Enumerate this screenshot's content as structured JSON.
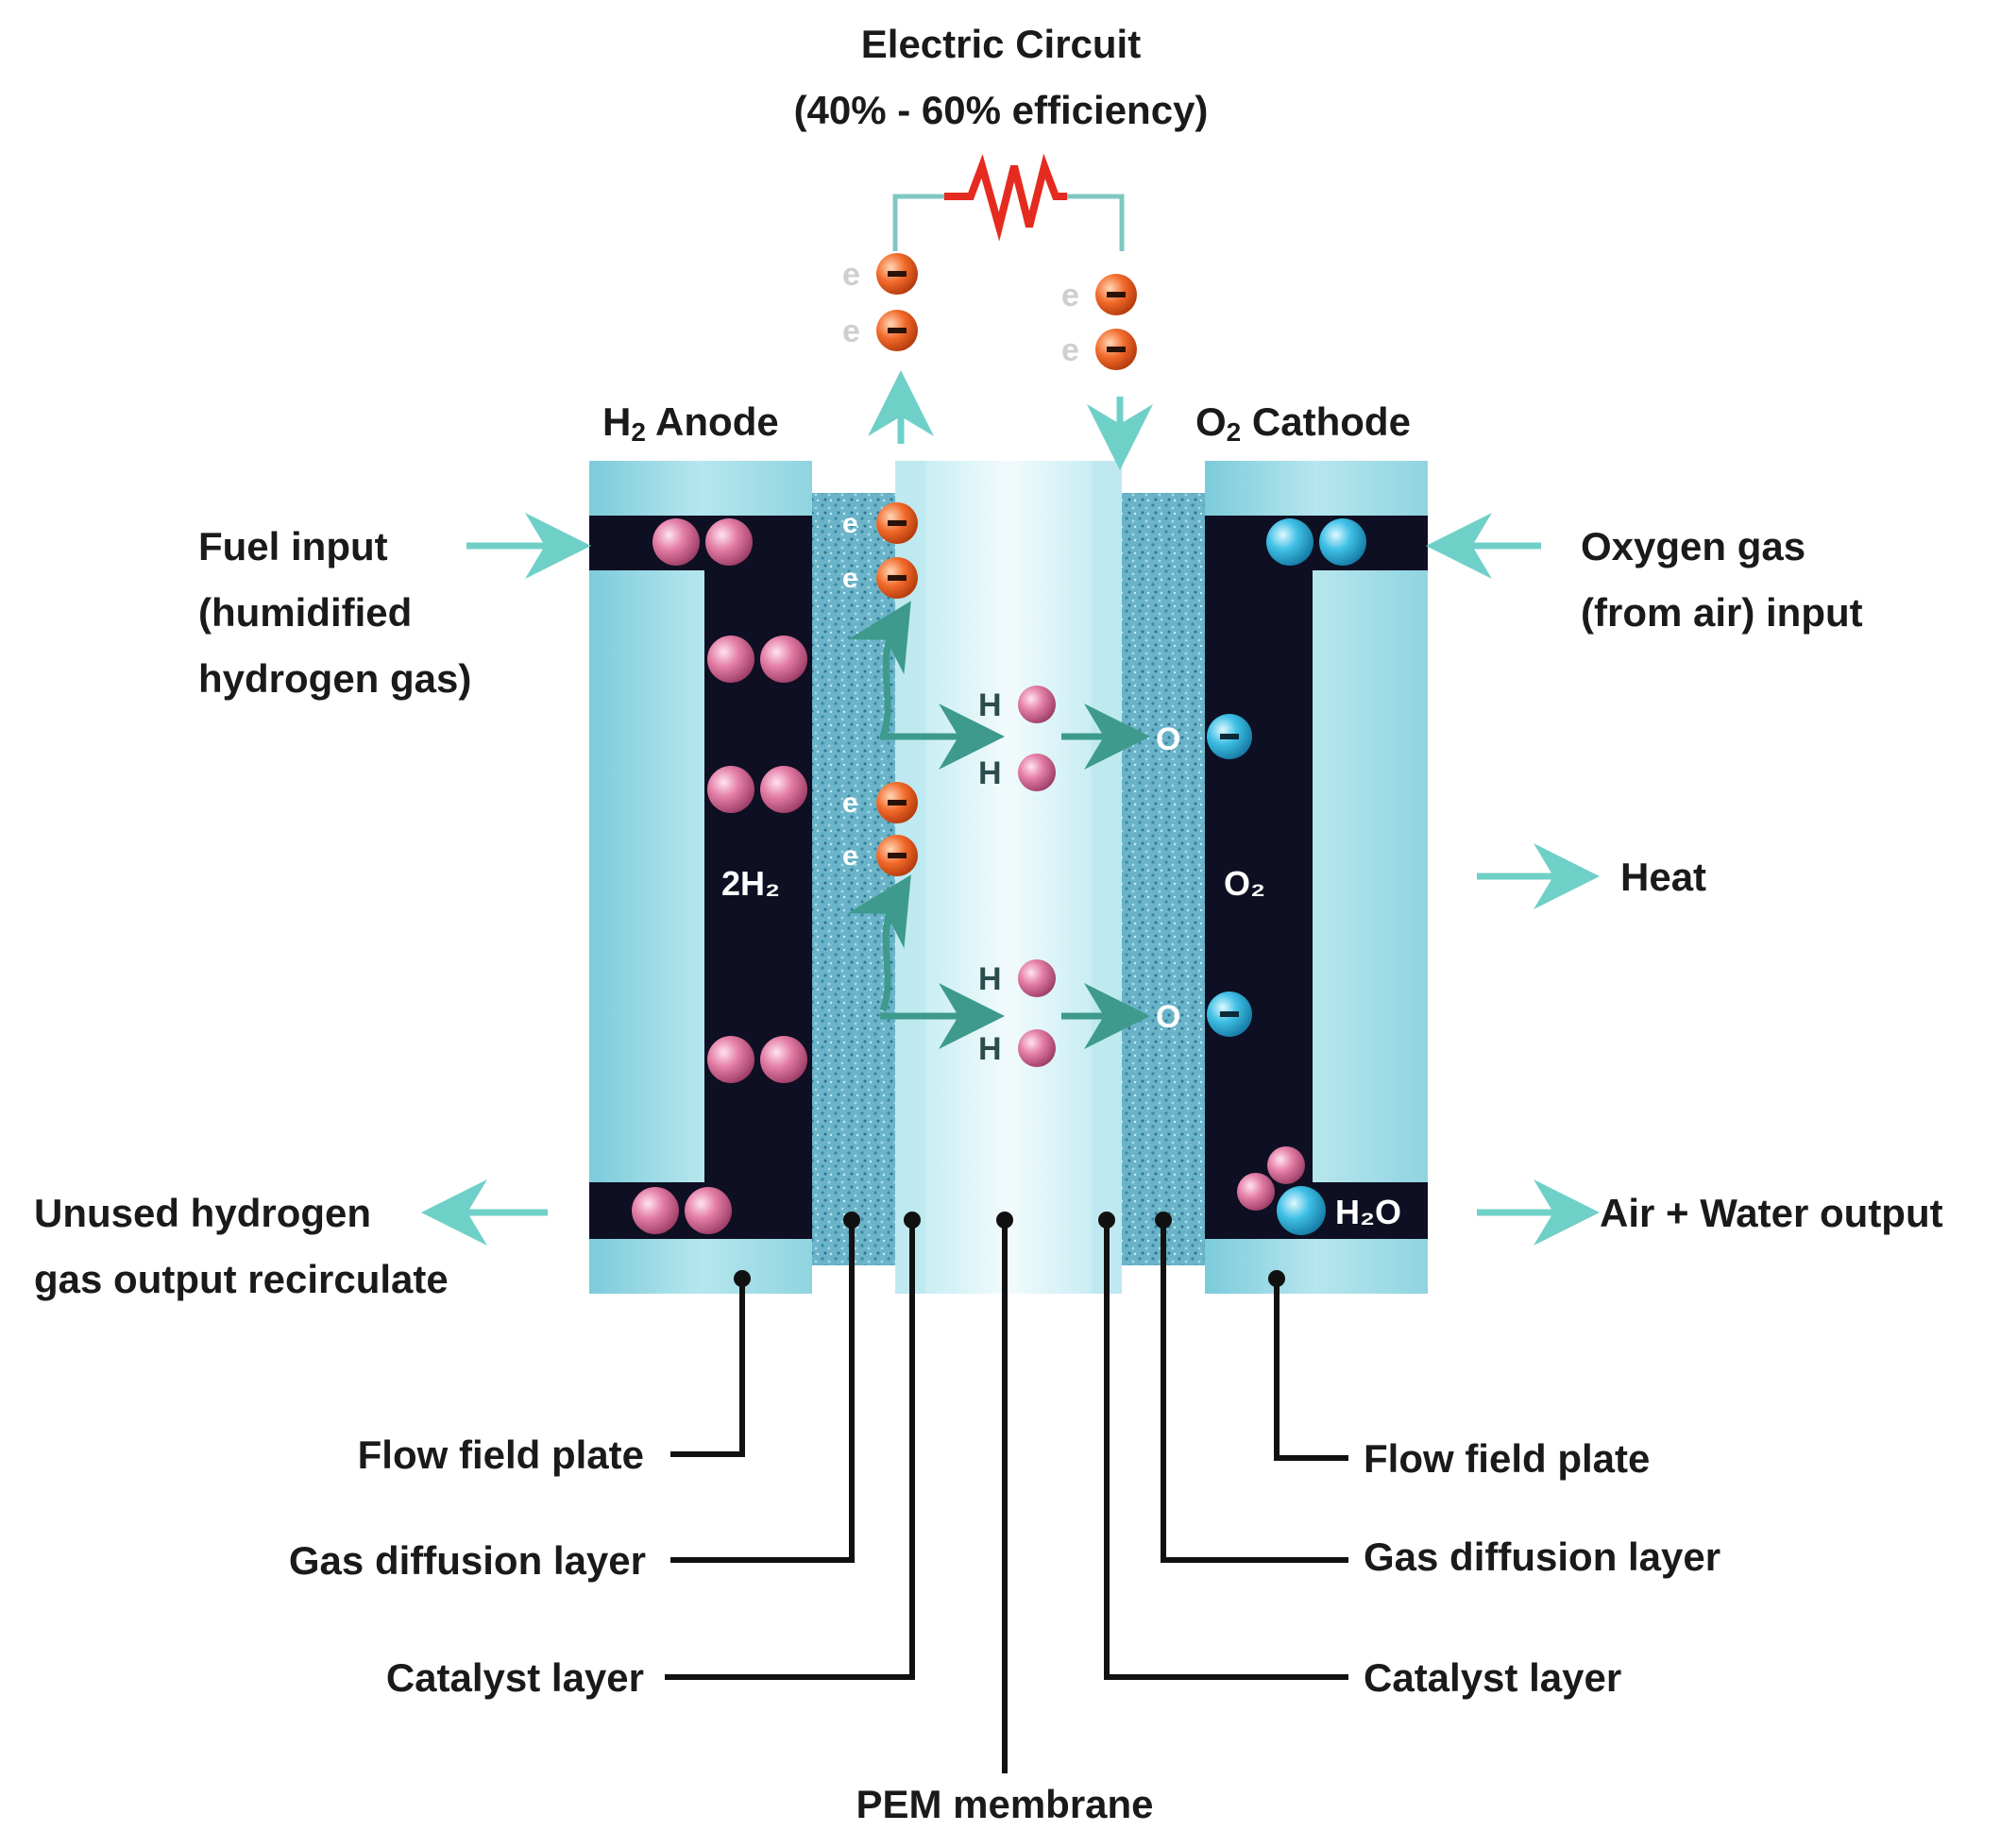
{
  "circuit": {
    "title": "Electric Circuit",
    "efficiency": "(40% - 60% efficiency)"
  },
  "anode": {
    "symbol": "H",
    "sub": "2",
    "label": "Anode"
  },
  "cathode": {
    "symbol": "O",
    "sub": "2",
    "label": "Cathode"
  },
  "inputs": {
    "fuel": [
      "Fuel input",
      "(humidified",
      "hydrogen gas)"
    ],
    "oxygen": [
      "Oxygen gas",
      "(from air) input"
    ]
  },
  "outputs": {
    "heat": "Heat",
    "air_water": "Air + Water output",
    "unused_hydrogen": [
      "Unused hydrogen",
      "gas output recirculate"
    ]
  },
  "layers": {
    "left": {
      "flow_field_plate": "Flow field plate",
      "gas_diffusion_layer": "Gas diffusion layer",
      "catalyst_layer": "Catalyst layer"
    },
    "right": {
      "flow_field_plate": "Flow field plate",
      "gas_diffusion_layer": "Gas diffusion layer",
      "catalyst_layer": "Catalyst layer"
    },
    "membrane": "PEM membrane"
  },
  "species": {
    "electron": "e",
    "proton": "H",
    "oxygen_ion": "O",
    "anode_gas": "2H₂",
    "cathode_gas": "O₂",
    "water": "H₂O"
  },
  "colors": {
    "plate": "#8fd4e0",
    "channel": "#0e0f22",
    "gdl": "#6fb6cc",
    "membrane": "#d9f3f6",
    "arrow": "#6fd0c8",
    "electron": "#f06a2a",
    "resistor": "#e52a1f",
    "hydrogen": "#d8709a",
    "oxygen": "#3ab8e0"
  }
}
